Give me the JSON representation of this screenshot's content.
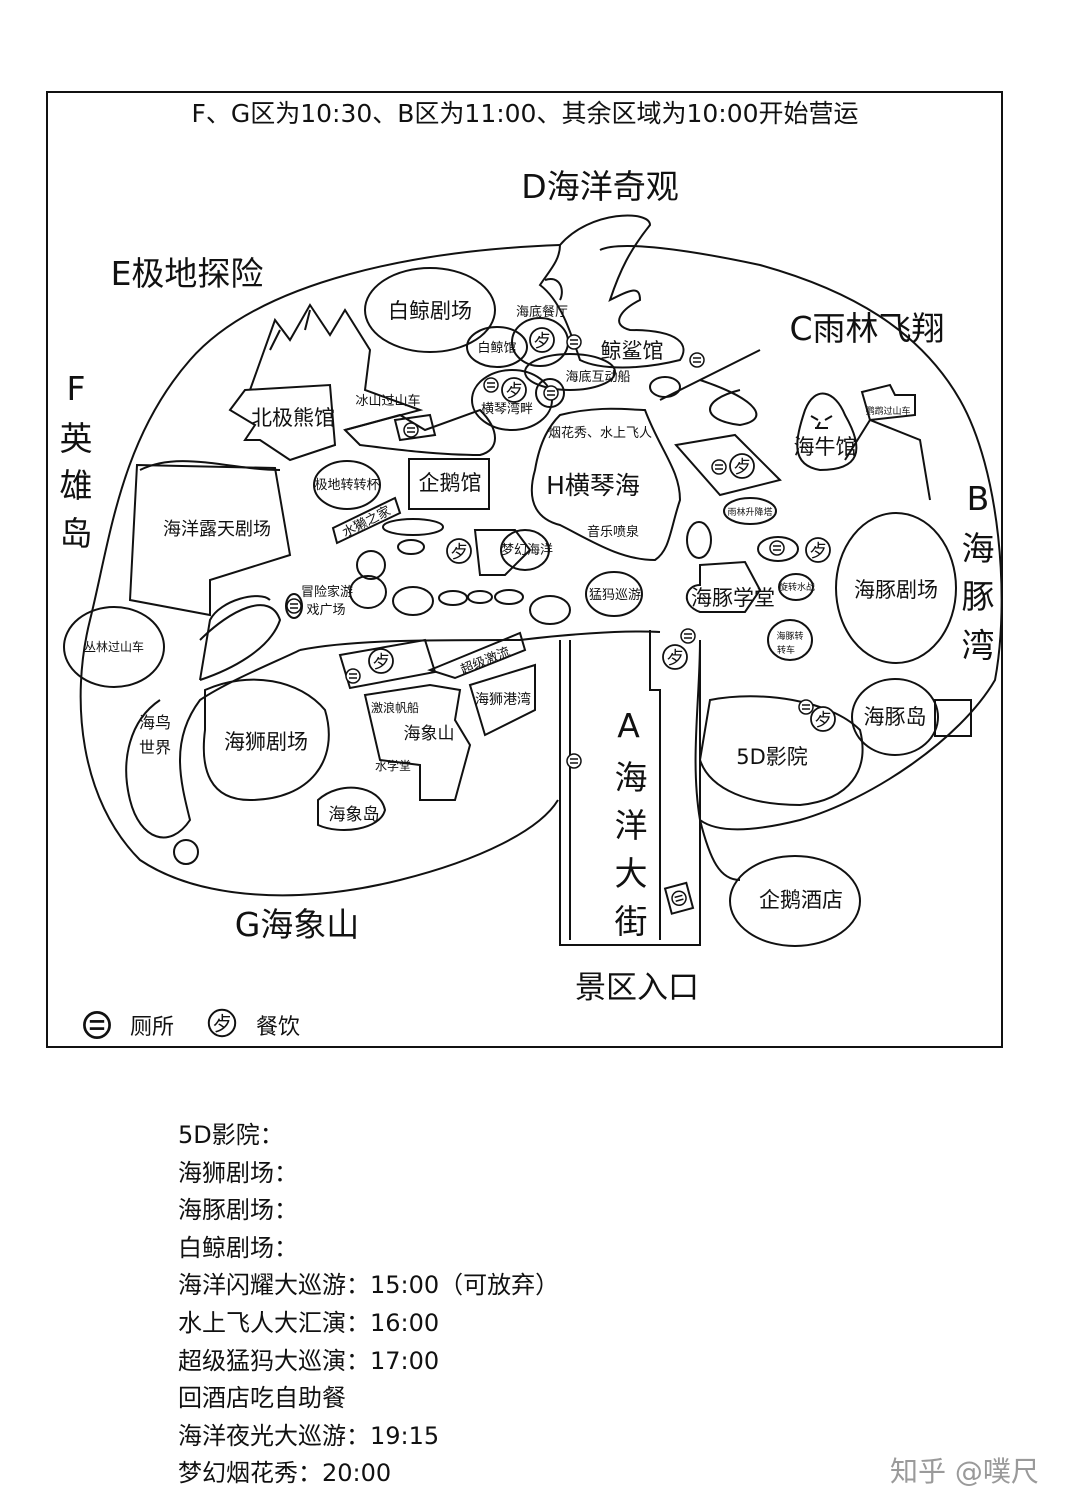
{
  "header": {
    "hours_note": "F、G区为10:30、B区为11:00、其余区域为10:00开始营运"
  },
  "zones": {
    "A": "A海洋大街",
    "A_letter": "A",
    "A_chars": [
      "海",
      "洋",
      "大",
      "街"
    ],
    "B_letter": "B",
    "B_chars": [
      "海",
      "豚",
      "湾"
    ],
    "C": "C雨林飞翔",
    "D": "D海洋奇观",
    "E": "E极地探险",
    "F_letter": "F",
    "F_chars": [
      "英",
      "雄",
      "岛"
    ],
    "G": "G海象山",
    "H": "H横琴海"
  },
  "attractions": {
    "baijing_theater": "白鲸剧场",
    "undersea_restaurant": "海底餐厅",
    "baijing_hall": "白鲸馆",
    "whale_shark_hall": "鲸鲨馆",
    "undersea_boat": "海底互动船",
    "hengqin_lakeside": "横琴湾畔",
    "fireworks": "烟花秀、水上飞人",
    "polar_bear": "北极熊馆",
    "ice_coaster": "冰山过山车",
    "penguin_hall": "企鹅馆",
    "polar_cups": "极地转转杯",
    "otter_home": "水獭之家",
    "ocean_amphitheater": "海洋露天剧场",
    "adventure_plaza_1": "冒险家游",
    "adventure_plaza_2": "戏广场",
    "dream_ocean": "梦幻海洋",
    "music_fountain": "音乐喷泉",
    "mammoth_parade": "猛犸巡游",
    "manatee_hall": "海牛馆",
    "parrot_coaster": "鹦鹉过山车",
    "rainforest_tower": "雨林升降塔",
    "spin_water": "旋转水战",
    "dolphin_school": "海豚学堂",
    "dolphin_theater": "海豚剧场",
    "dolphin_spin_1": "海豚转",
    "dolphin_spin_2": "转车",
    "dolphin_island": "海豚岛",
    "cinema_5d": "5D影院",
    "penguin_hotel": "企鹅酒店",
    "jungle_coaster": "丛林过山车",
    "bird_world_1": "海鸟",
    "bird_world_2": "世界",
    "sea_lion_theater": "海狮剧场",
    "super_rapids": "超级激流",
    "sea_lion_bay": "海狮港湾",
    "wave_boat": "激浪帆船",
    "walrus_mountain": "海象山",
    "water_school": "水学堂",
    "walrus_island": "海象岛"
  },
  "entrance": "景区入口",
  "legend": {
    "toilet": "厕所",
    "food": "餐饮",
    "toilet_icon": "toilet-icon",
    "food_icon": "food-icon"
  },
  "schedule": [
    "5D影院：",
    "海狮剧场：",
    "海豚剧场：",
    "白鲸剧场：",
    "海洋闪耀大巡游：15:00（可放弃）",
    "水上飞人大汇演：16:00",
    "超级猛犸大巡演：17:00",
    "回酒店吃自助餐",
    "海洋夜光大巡游：19:15",
    "梦幻烟花秀：20:00"
  ],
  "watermark": "知乎 @噗尺"
}
